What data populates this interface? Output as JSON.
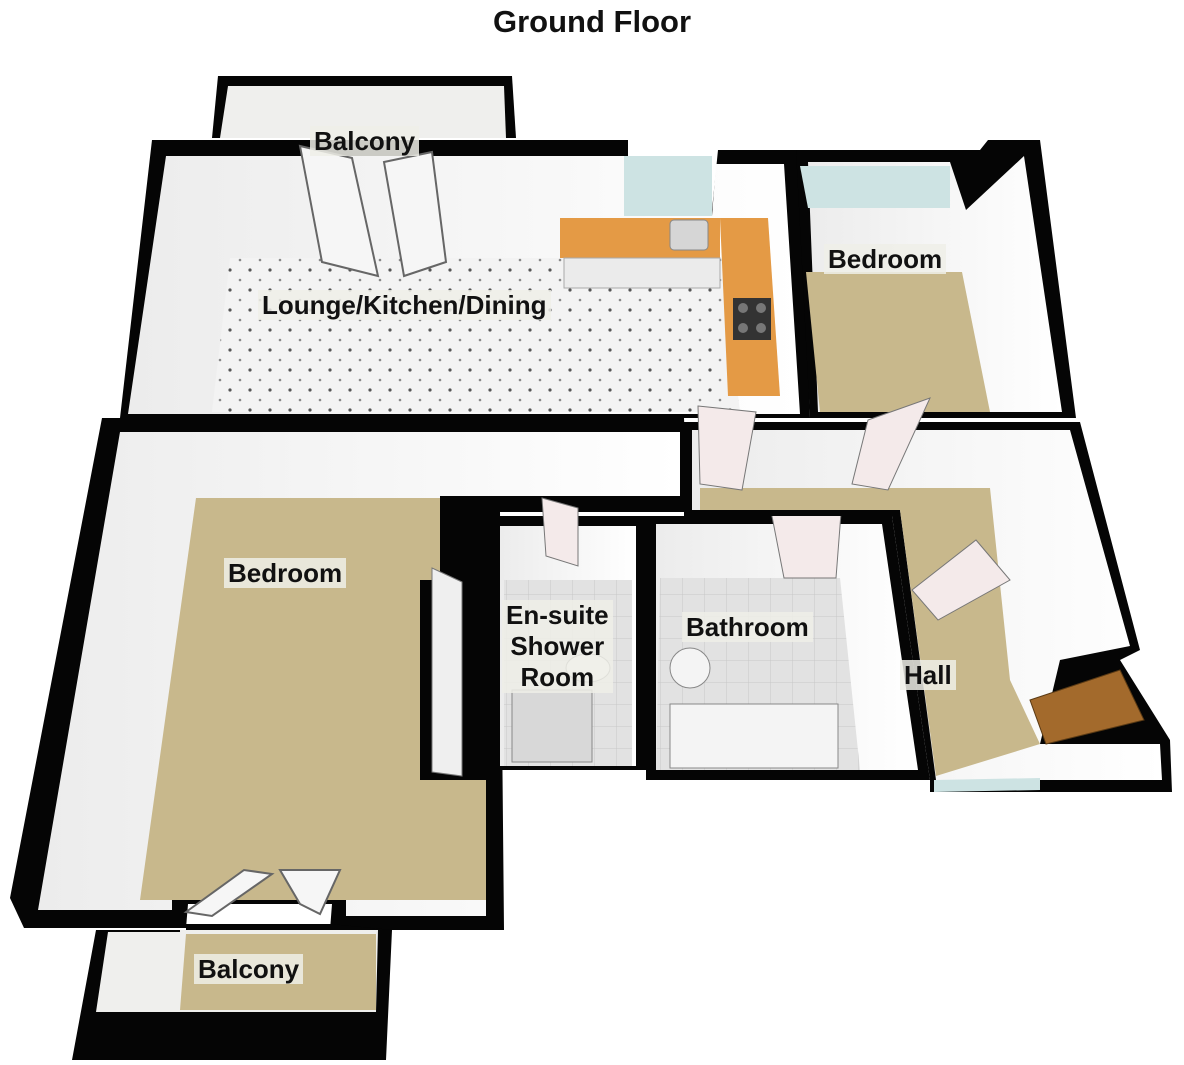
{
  "title": "Ground Floor",
  "rooms": {
    "balcony_top": "Balcony",
    "lounge": "Lounge/Kitchen/Dining",
    "bedroom_right": "Bedroom",
    "bedroom_left": "Bedroom",
    "ensuite": [
      "En-suite",
      "Shower",
      "Room"
    ],
    "bathroom": "Bathroom",
    "hall": "Hall",
    "balcony_bottom": "Balcony"
  },
  "colors": {
    "wall": "#050505",
    "wall_face": "#f4f4f2",
    "carpet": "#c8b88c",
    "tile_floor": "#e6e6e6",
    "kitchen_worktop": "#e49a45",
    "entrance_door": "#a36a2c",
    "window_glass": "#cde3e3"
  }
}
